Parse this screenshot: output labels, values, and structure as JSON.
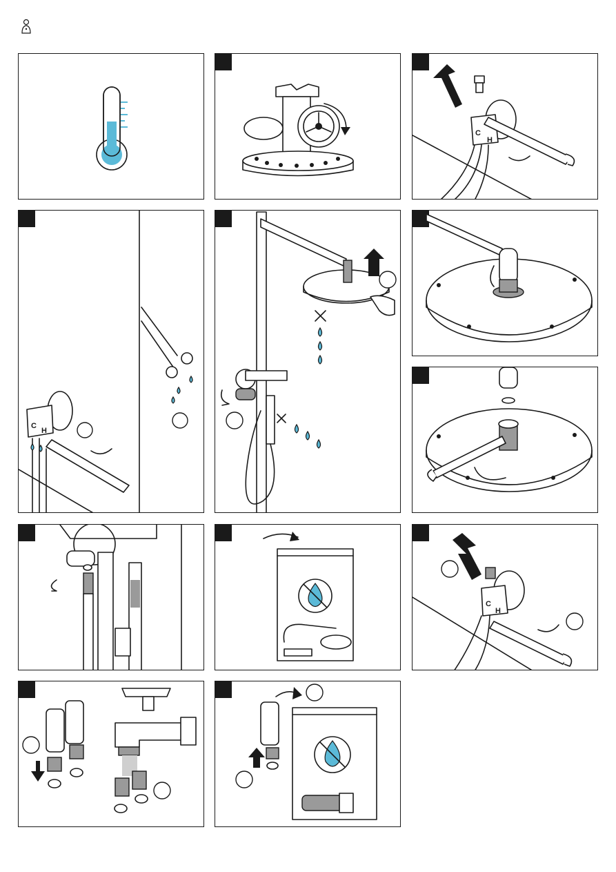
{
  "page": {
    "header_icon": "person-figure-icon"
  },
  "panels": [
    {
      "id": "p1",
      "icon": "thermometer-icon"
    },
    {
      "id": "p2",
      "icon": "stop-valve-close-icon"
    },
    {
      "id": "p3",
      "icon": "remove-check-valve-icon"
    },
    {
      "id": "p4",
      "icon": "flush-supply-icon"
    },
    {
      "id": "p5",
      "icon": "remove-shower-head-icon"
    },
    {
      "id": "p6",
      "icon": "shower-head-detail-icon"
    },
    {
      "id": "p7",
      "icon": "loosen-shower-head-icon"
    },
    {
      "id": "p8",
      "icon": "hand-shower-hose-icon"
    },
    {
      "id": "p9",
      "icon": "dry-storage-bag-icon"
    },
    {
      "id": "p10",
      "icon": "insert-check-valve-icon"
    },
    {
      "id": "p11",
      "icon": "rinse-filters-icon"
    },
    {
      "id": "p12",
      "icon": "store-parts-bag-icon"
    }
  ],
  "labels": {
    "cold": "C",
    "hot": "H"
  },
  "colors": {
    "water": "#5bbad8",
    "line": "#1a1a1a",
    "badge": "#1a1a1a"
  }
}
